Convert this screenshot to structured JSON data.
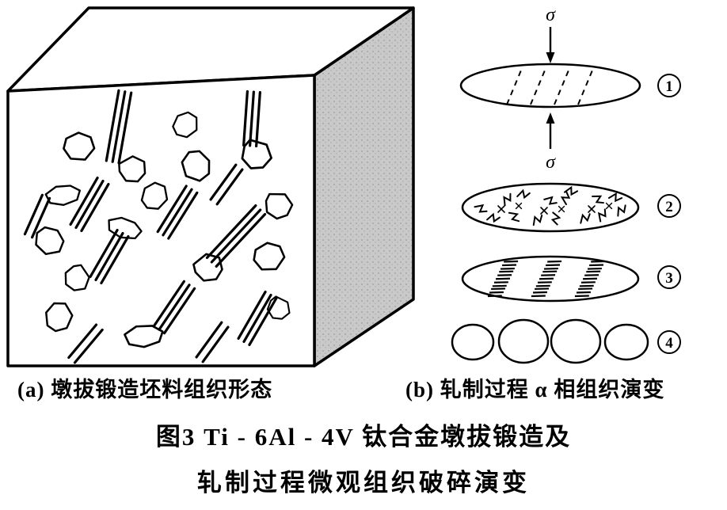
{
  "figure": {
    "panel_a": {
      "label": "(a) 墩拔锻造坯料组织形态"
    },
    "panel_b": {
      "label": "(b) 轧制过程 α 相组织演变",
      "sigma_top": "σ",
      "sigma_bottom": "σ",
      "step_nums": [
        "1",
        "2",
        "3",
        "4"
      ]
    },
    "caption": {
      "line1": "图3  Ti - 6Al - 4V 钛合金墩拔锻造及",
      "line2": "轧制过程微观组织破碎演变"
    }
  },
  "colors": {
    "ink": "#000000",
    "cube_side_fill": "#c8c8c8",
    "background": "#ffffff"
  }
}
